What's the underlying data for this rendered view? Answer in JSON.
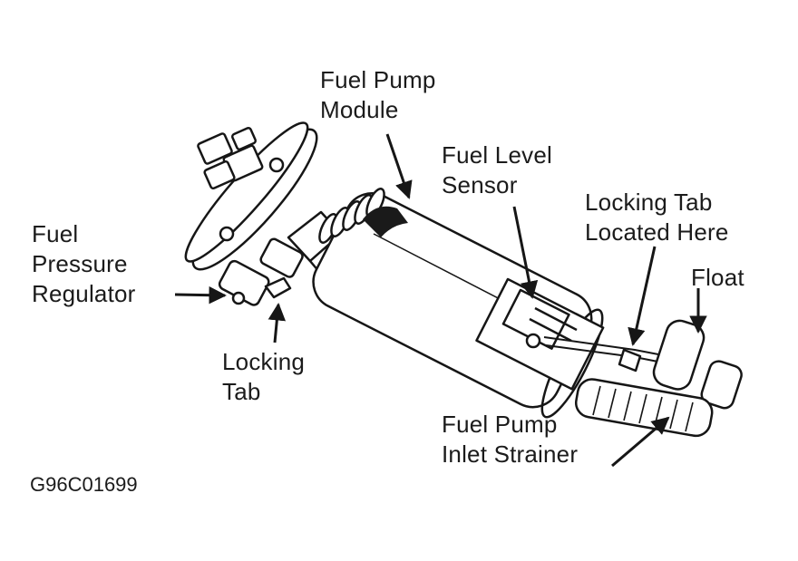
{
  "figure": {
    "code": "G96C01699",
    "background_color": "#ffffff",
    "line_color": "#161616",
    "text_color": "#1b1b1b"
  },
  "labels": {
    "fuel_pump_module": "Fuel Pump\nModule",
    "fuel_level_sensor": "Fuel Level\nSensor",
    "locking_tab_located_here": "Locking Tab\nLocated Here",
    "float": "Float",
    "fuel_pressure_regulator": "Fuel\nPressure\nRegulator",
    "locking_tab": "Locking\nTab",
    "fuel_pump_inlet_strainer": "Fuel Pump\nInlet Strainer"
  }
}
